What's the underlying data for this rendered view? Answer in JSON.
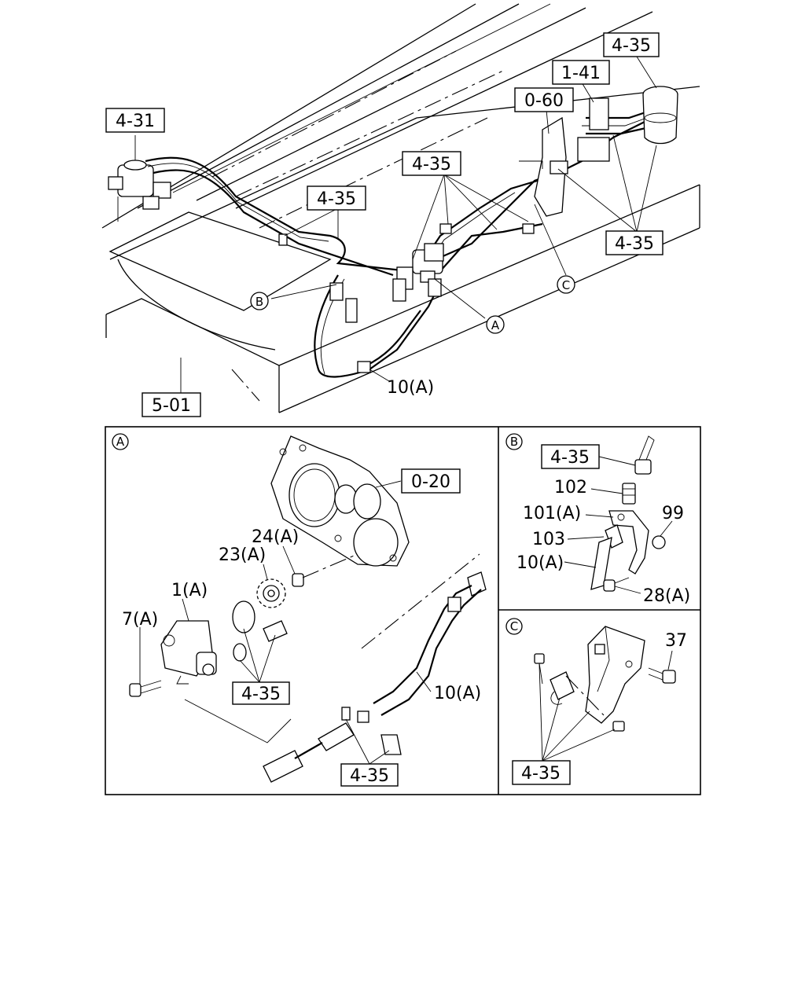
{
  "top": {
    "refs": {
      "r431": "4-31",
      "r435_top": "4-35",
      "r141": "1-41",
      "r060": "0-60",
      "r435_mid": "4-35",
      "r435_left": "4-35",
      "r435_right": "4-35",
      "r501": "5-01"
    },
    "labels": {
      "hose": "10(A)"
    },
    "callouts": {
      "a": "A",
      "b": "B",
      "c": "C"
    }
  },
  "panel_a": {
    "badge": "A",
    "refs": {
      "r020": "0-20",
      "r435_1": "4-35",
      "r435_2": "4-35"
    },
    "labels": {
      "p24": "24(A)",
      "p23": "23(A)",
      "p1": "1(A)",
      "p7": "7(A)",
      "p10": "10(A)"
    }
  },
  "panel_b": {
    "badge": "B",
    "refs": {
      "r435": "4-35"
    },
    "labels": {
      "p102": "102",
      "p101": "101(A)",
      "p99": "99",
      "p103": "103",
      "p10": "10(A)",
      "p28": "28(A)"
    }
  },
  "panel_c": {
    "badge": "C",
    "refs": {
      "r435": "4-35"
    },
    "labels": {
      "p37": "37"
    }
  }
}
